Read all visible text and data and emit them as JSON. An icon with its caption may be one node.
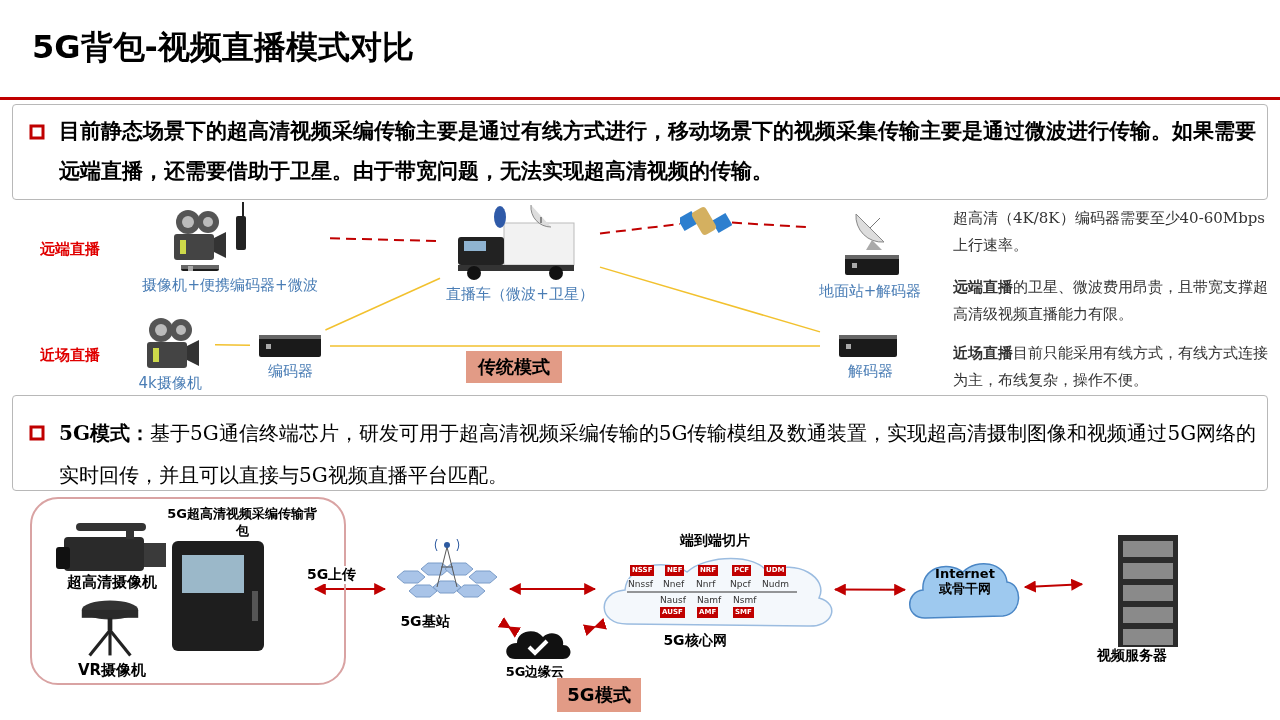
{
  "diagram": {
    "title": "5G背包-视频直播模式对比",
    "nodes": [
      {
        "text": [
          "目前静态场景下的超高清视频采编传输主要是通过有线方式进行，移动场景下的视频采集传输主要是通过微波进行传输。如果需要远端直播，还需要借助于卫星。由于带宽问题，无法实现超高清视频的传输。"
        ]
      },
      {
        "text": [
          "摄像机+便携编码器+微波"
        ]
      },
      {
        "text": [
          "直播车（微波+卫星）"
        ]
      },
      {
        "text": [],
        "shape": "picture"
      },
      {
        "text": [
          "地面站+解码器"
        ]
      },
      {
        "text": [
          "4k摄像机"
        ]
      },
      {
        "text": [
          "编码器"
        ]
      },
      {
        "text": [
          "解码器"
        ]
      },
      {
        "text": [
          "传统模式"
        ]
      },
      {
        "text": [
          "**5G模式：**基于5G通信终端芯片，研发可用于超高清视频采编传输的5G传输模组及数通装置，实现超高清摄制图像和视频通过5G网络的实时回传，并且可以直接与5G视频直播平台匹配。"
        ]
      },
      {
        "text": [],
        "shape": "box"
      },
      {
        "text": [
          "超高清摄像机"
        ],
        "in": 10
      },
      {
        "text": [
          "5G超高清视频采编传输背包"
        ],
        "in": 10
      },
      {
        "text": [
          "VR摄像机"
        ],
        "in": 10
      },
      {
        "text": [
          "5G基站"
        ]
      },
      {
        "text": [
          "端到端切片",
          "5G核心网"
        ]
      },
      {
        "text": [
          "5G边缘云"
        ]
      },
      {
        "text": [
          "Internet或骨干网"
        ]
      },
      {
        "text": [
          "视频服务器"
        ]
      },
      {
        "text": [
          "5G模式"
        ]
      }
    ],
    "edges": [
      {
        "from": 1,
        "to": 2,
        "arrow": "none",
        "style": "dashed"
      },
      {
        "from": 2,
        "to": 3,
        "arrow": "none",
        "style": "dashed"
      },
      {
        "from": 3,
        "to": 4,
        "arrow": "none",
        "style": "dashed"
      },
      {
        "from": 5,
        "to": 6,
        "arrow": "none",
        "color": "#f2c12e"
      },
      {
        "from": 6,
        "to": 2,
        "arrow": "none",
        "color": "#f2c12e"
      },
      {
        "from": 6,
        "to": 7,
        "arrow": "none",
        "color": "#f2c12e"
      },
      {
        "from": 2,
        "to": 7,
        "arrow": "none",
        "color": "#f2c12e"
      },
      {
        "from": 12,
        "to": 14,
        "arrow": "both",
        "label": "5G上传"
      },
      {
        "from": 14,
        "to": 15,
        "arrow": "both"
      },
      {
        "from": 14,
        "to": 16,
        "arrow": "both"
      },
      {
        "from": 16,
        "to": 15,
        "arrow": "both"
      },
      {
        "from": 15,
        "to": 17,
        "arrow": "both"
      },
      {
        "from": 17,
        "to": 18,
        "arrow": "both"
      }
    ],
    "labels": [
      "远端直播",
      "近场直播",
      "超高清（4K/8K）编码器需要至少40-60Mbps上行速率。",
      "**远端直播**的卫星、微波费用昂贵，且带宽支撑超高清级视频直播能力有限。",
      "**近场直播**目前只能采用有线方式，有线方式连接为主，布线复杂，操作不便。",
      "NSSF",
      "NEF",
      "NRF",
      "PCF",
      "UDM",
      "Nnssf",
      "Nnef",
      "Nnrf",
      "Npcf",
      "Nudm",
      "Nausf",
      "Namf",
      "Nsmf",
      "AUSF",
      "AMF",
      "SMF"
    ]
  }
}
